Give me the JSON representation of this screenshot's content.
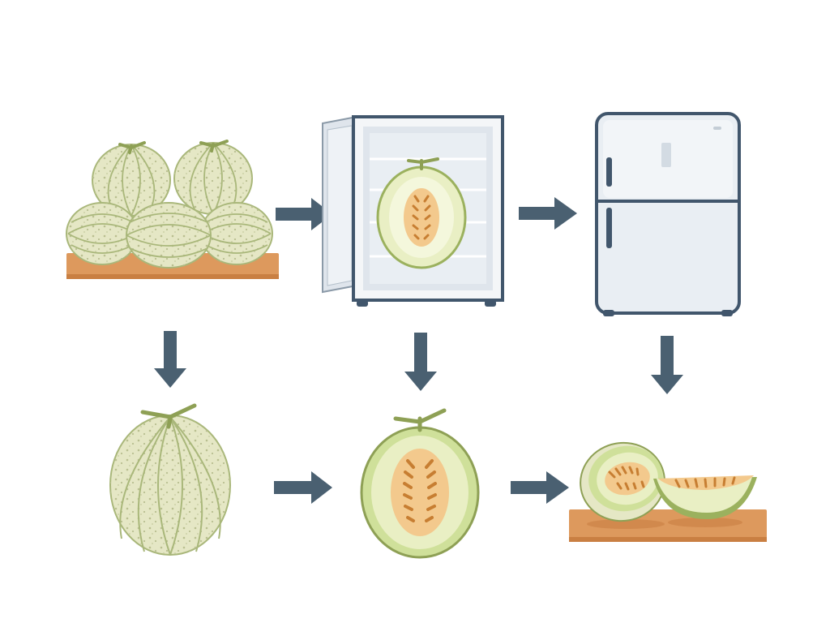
{
  "diagram": {
    "type": "melon-storage-process",
    "steps": [
      {
        "id": "whole-melons-on-board",
        "icon": "melons-on-board-icon"
      },
      {
        "id": "halved-melon-in-freezer",
        "icon": "freezer-icon"
      },
      {
        "id": "refrigerator",
        "icon": "refrigerator-icon"
      },
      {
        "id": "whole-melon",
        "icon": "whole-melon-icon"
      },
      {
        "id": "halved-melon",
        "icon": "halved-melon-icon"
      },
      {
        "id": "sliced-melon-on-board",
        "icon": "sliced-melon-icon"
      }
    ],
    "connections": [
      {
        "from": "whole-melons-on-board",
        "to": "halved-melon-in-freezer",
        "direction": "right"
      },
      {
        "from": "halved-melon-in-freezer",
        "to": "refrigerator",
        "direction": "right"
      },
      {
        "from": "whole-melons-on-board",
        "to": "whole-melon",
        "direction": "down"
      },
      {
        "from": "halved-melon-in-freezer",
        "to": "halved-melon",
        "direction": "down"
      },
      {
        "from": "refrigerator",
        "to": "sliced-melon-on-board",
        "direction": "down"
      },
      {
        "from": "whole-melon",
        "to": "halved-melon",
        "direction": "right"
      },
      {
        "from": "halved-melon",
        "to": "sliced-melon-on-board",
        "direction": "right"
      }
    ]
  },
  "colors": {
    "arrow": "#4a6071",
    "melon_rind": "#e5e7c5",
    "melon_rib": "#a9b77a",
    "melon_flesh": "#e9efc4",
    "melon_core": "#f3c98d",
    "seed": "#c77e32",
    "stem": "#8ea055",
    "board": "#dd995d",
    "appliance_outline": "#41566c",
    "appliance_fill": "#e9eef3"
  }
}
